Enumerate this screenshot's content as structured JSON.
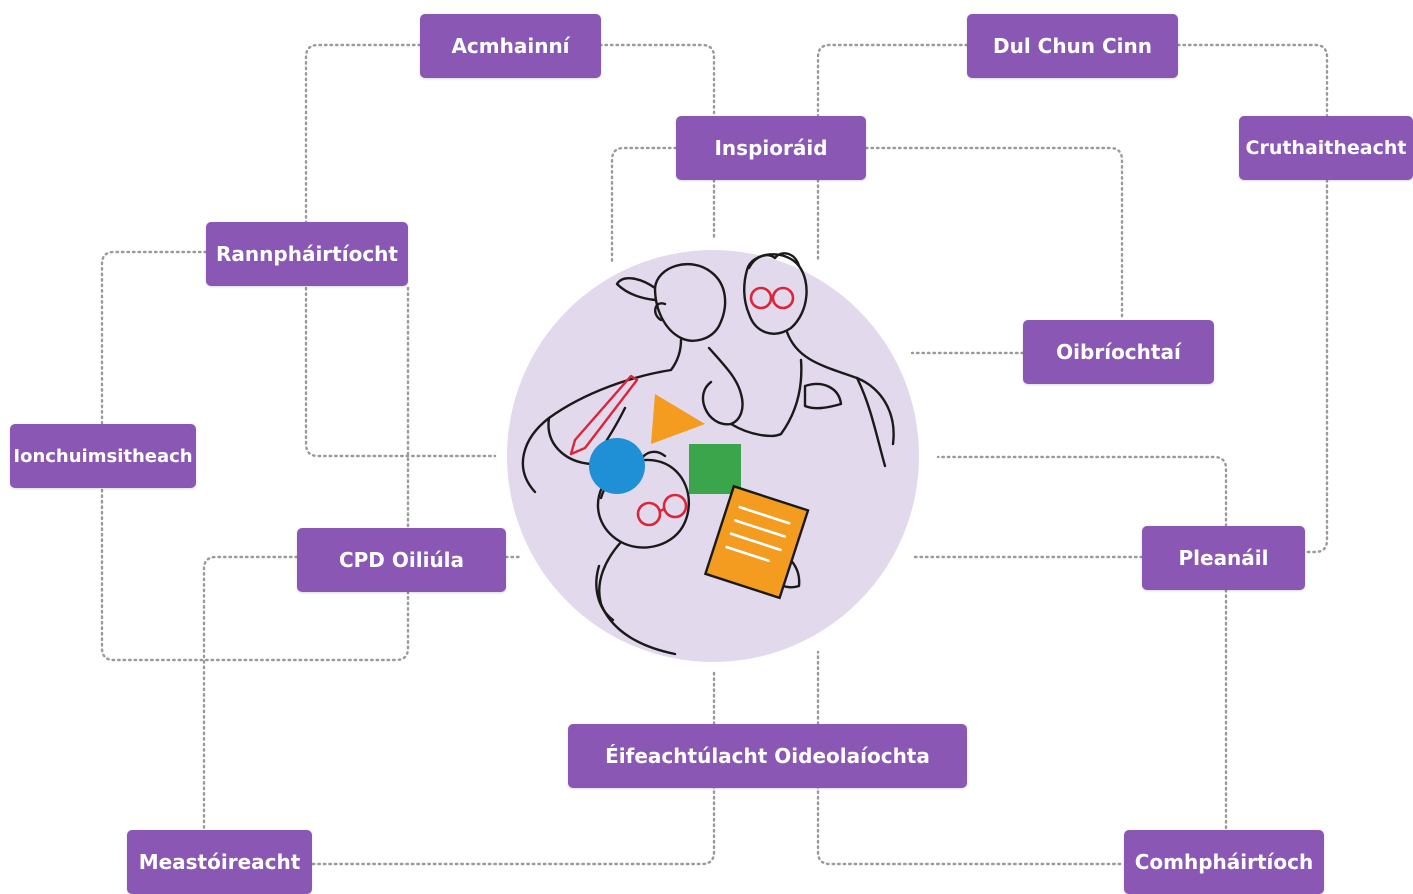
{
  "colors": {
    "node_fill": "#8a58b4",
    "node_text": "#ffffff",
    "connector": "#9a9a9a",
    "circle": "#e2d9ec",
    "line_art": "#1a1a1a",
    "accent_red": "#d9263a",
    "accent_orange": "#f39c1f",
    "accent_blue": "#1f8fd6",
    "accent_green": "#3aa54a"
  },
  "nodes": {
    "acmhainni": "Acmhainní",
    "dul_chun_cinn": "Dul Chun Cinn",
    "inspioraid": "Inspioráid",
    "cruthaitheacht": "Cruthaitheacht",
    "rannphairtiocht": "Rannpháirtíocht",
    "oibriochtai": "Oibríochtaí",
    "ionchuimsitheach": "Ionchuimsitheach",
    "cpd_oiliula": "CPD Oiliúla",
    "pleanail": "Pleanáil",
    "eifeachtulacht": "Éifeachtúlacht Oideolaíochta",
    "meastoireacht": "Meastóireacht",
    "comhphairtioch": "Comhpháirtíoch"
  },
  "illustration": {
    "icon": "people-collaborating-illustration",
    "shapes": [
      "orange-triangle",
      "blue-circle",
      "green-square",
      "orange-document",
      "red-pencil",
      "red-glasses"
    ]
  }
}
